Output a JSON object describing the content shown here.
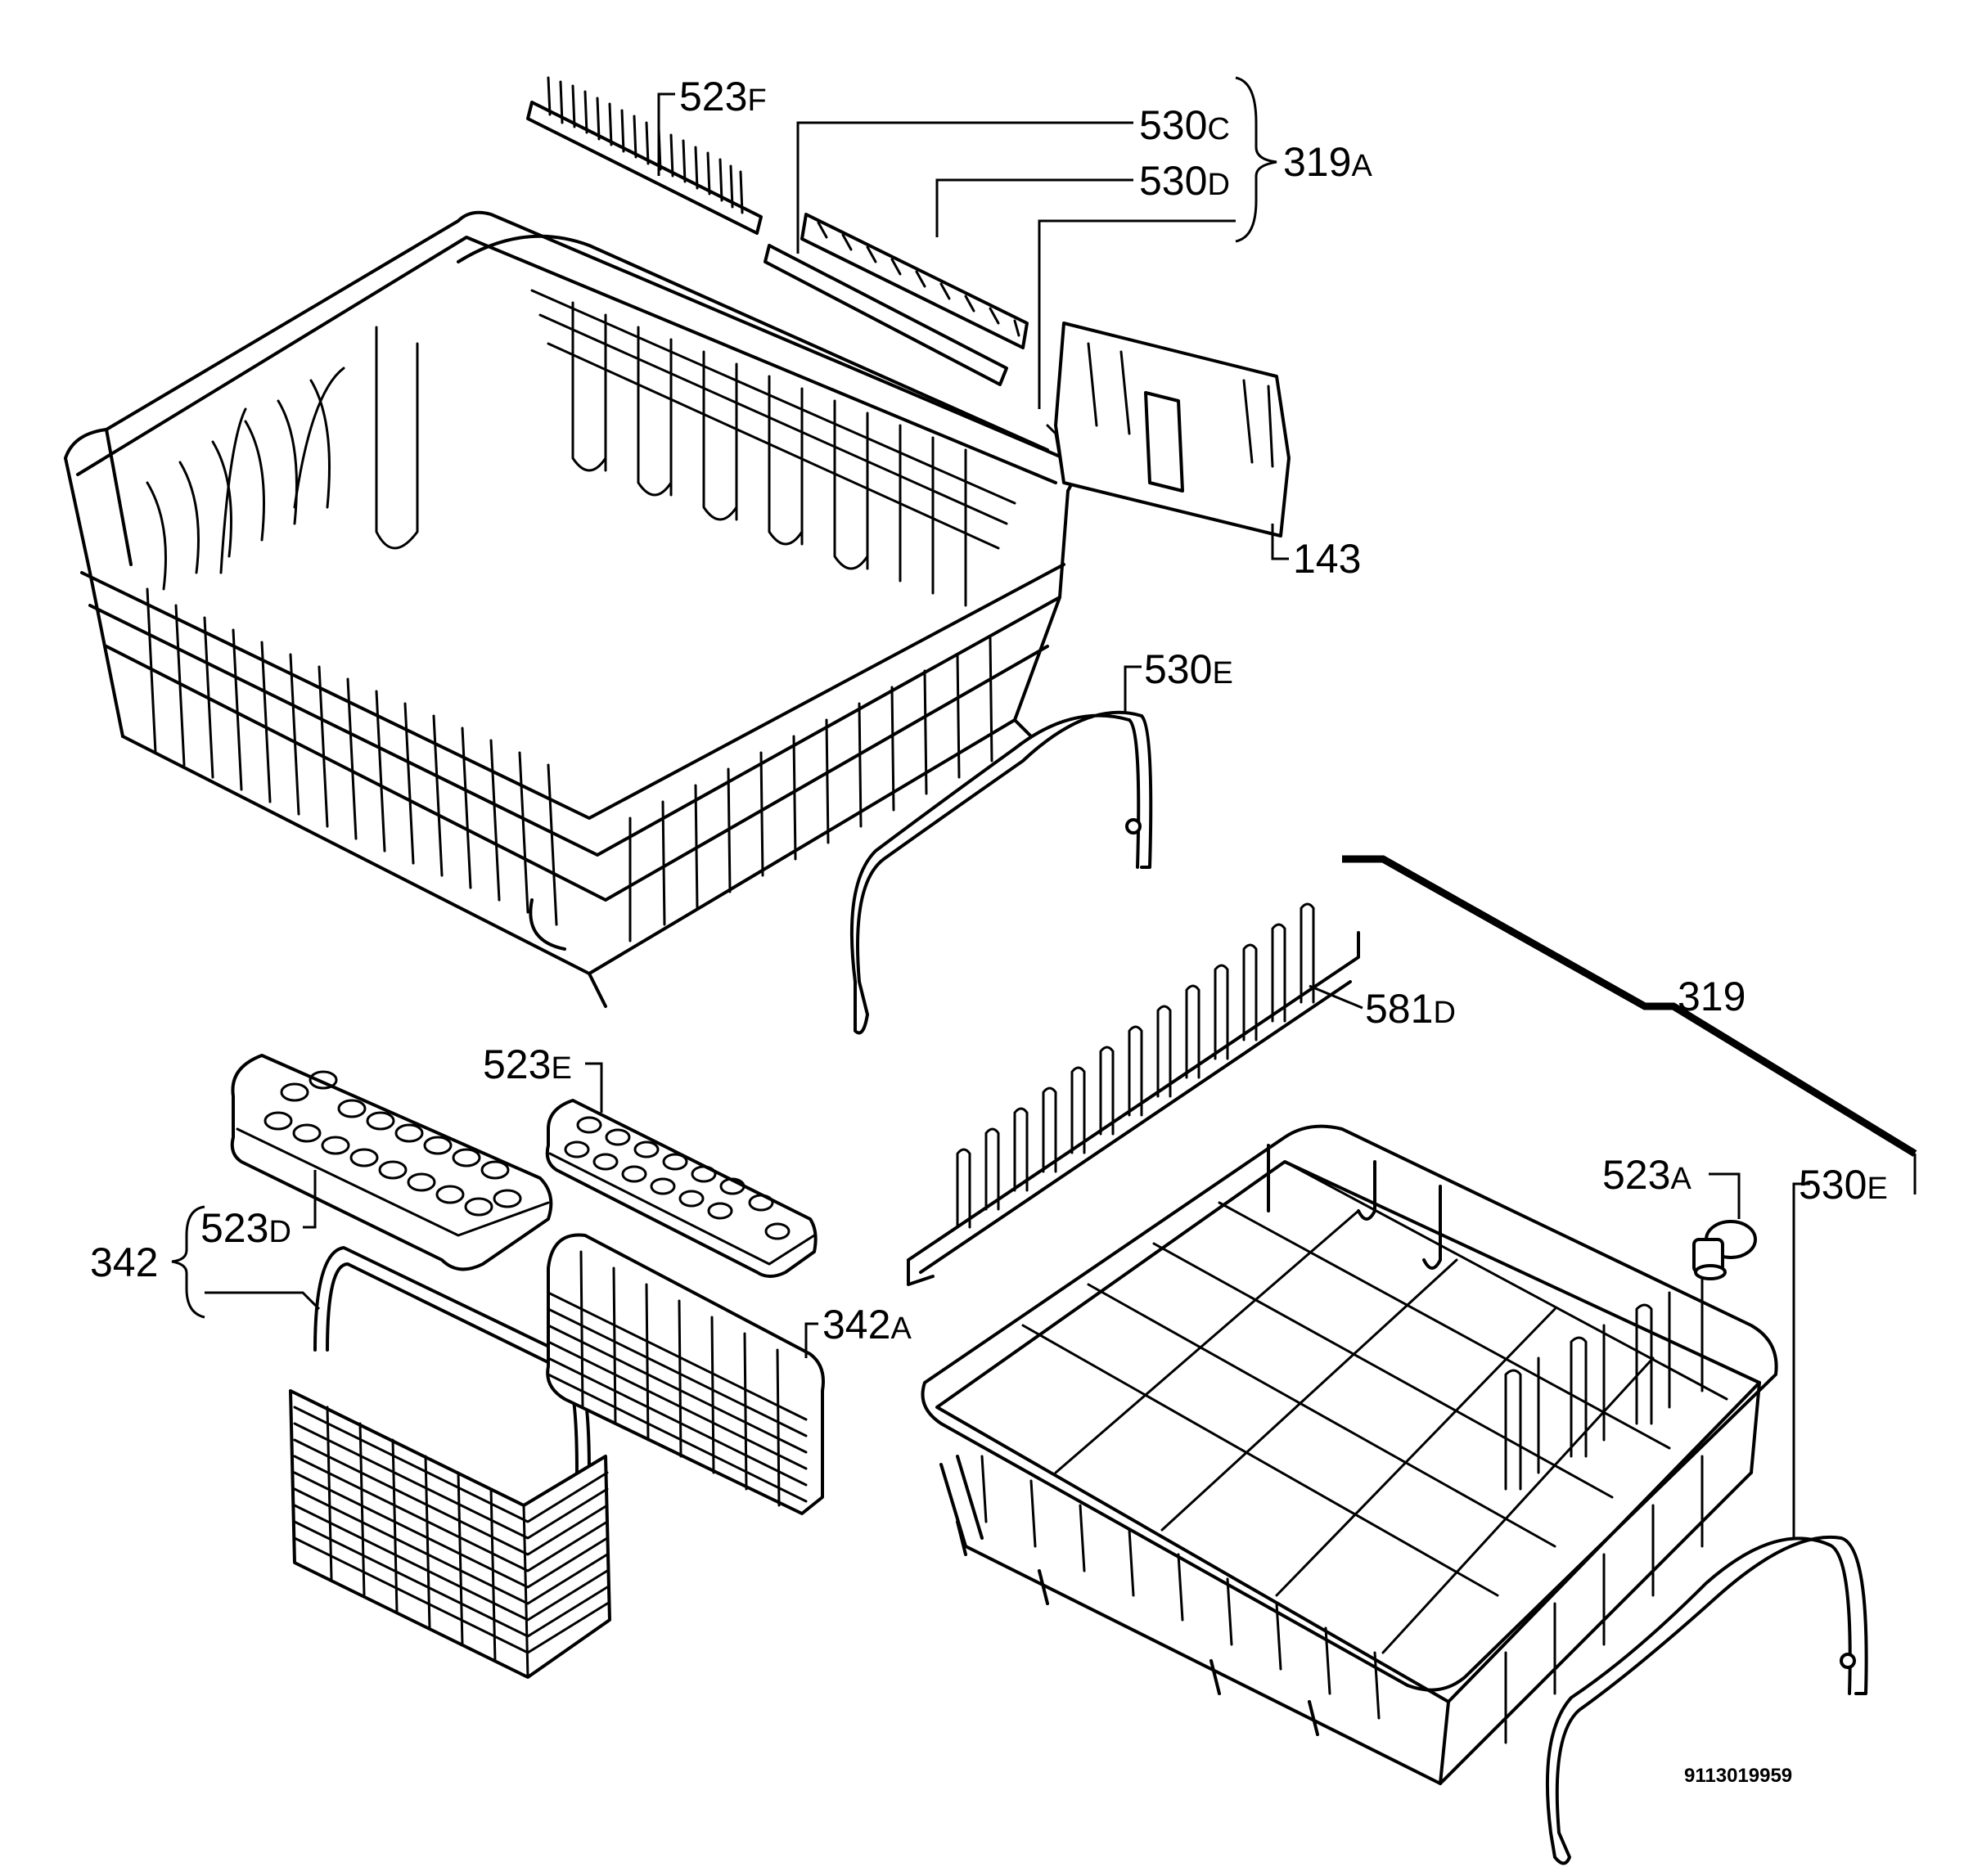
{
  "labels": {
    "523F": {
      "num": "523",
      "suffix": "F"
    },
    "530C": {
      "num": "530",
      "suffix": "C"
    },
    "530D": {
      "num": "530",
      "suffix": "D"
    },
    "319A": {
      "num": "319",
      "suffix": "A"
    },
    "143": {
      "num": "143",
      "suffix": ""
    },
    "530E_top": {
      "num": "530",
      "suffix": "E"
    },
    "581D": {
      "num": "581",
      "suffix": "D"
    },
    "319": {
      "num": "319",
      "suffix": ""
    },
    "523E": {
      "num": "523",
      "suffix": "E"
    },
    "523A": {
      "num": "523",
      "suffix": "A"
    },
    "530E_right": {
      "num": "530",
      "suffix": "E"
    },
    "342": {
      "num": "342",
      "suffix": ""
    },
    "523D": {
      "num": "523",
      "suffix": "D"
    },
    "342A": {
      "num": "342",
      "suffix": "A"
    }
  },
  "document_number": "9113019959",
  "colors": {
    "ink": "#000000",
    "paper": "#ffffff"
  }
}
